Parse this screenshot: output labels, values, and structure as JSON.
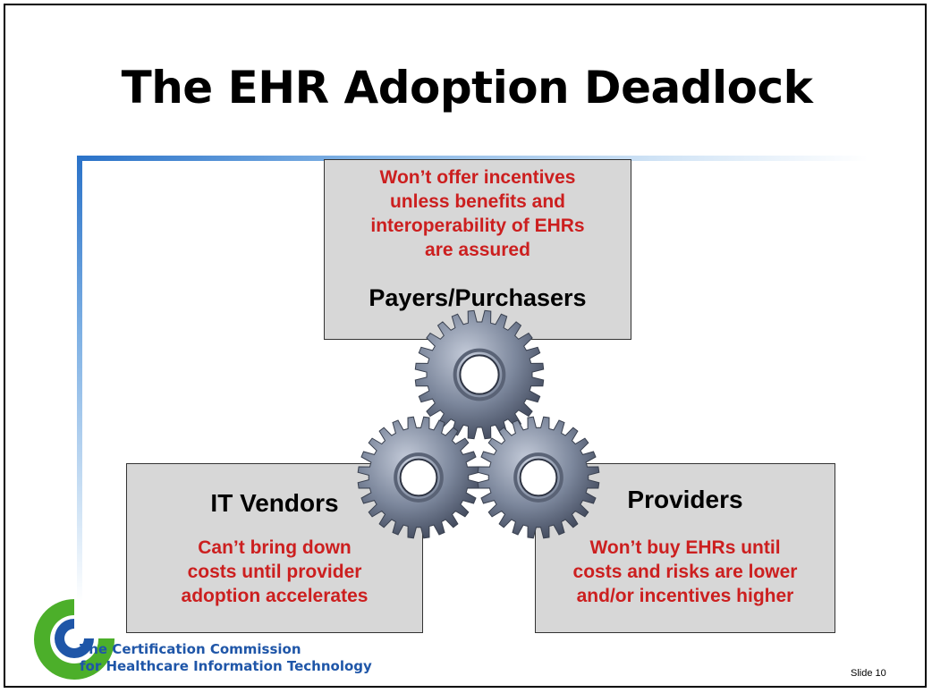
{
  "slide": {
    "title": "The EHR Adoption Deadlock",
    "slide_number": "Slide 10"
  },
  "boxes": {
    "payers": {
      "heading": "Payers/Purchasers",
      "lines": [
        "Won’t offer incentives",
        "unless benefits and",
        "interoperability of EHRs",
        "are assured"
      ]
    },
    "vendors": {
      "heading": "IT Vendors",
      "lines": [
        "Can’t bring down",
        "costs until provider",
        "adoption accelerates"
      ]
    },
    "providers": {
      "heading": "Providers",
      "lines": [
        "Won’t buy EHRs until",
        "costs and risks are lower",
        "and/or incentives higher"
      ]
    }
  },
  "logo": {
    "lines": [
      "The Certification Commission",
      "for Healthcare Information Technology"
    ]
  },
  "colors": {
    "red_text": "#cc1f1f",
    "box_fill": "#d7d7d7",
    "gear_fill": "#7c879c",
    "logo_blue": "#1f56a8",
    "logo_green": "#4caf2a",
    "accent_line": "#2a72c8"
  },
  "icons": [
    "gear-icon",
    "certification-logo"
  ]
}
